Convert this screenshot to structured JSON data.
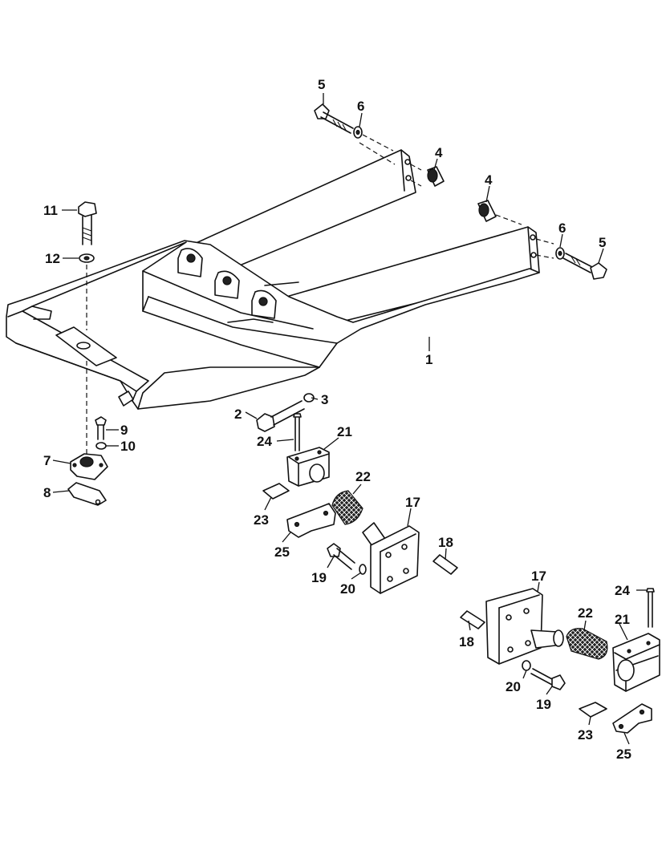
{
  "callouts": {
    "c1": "1",
    "c2": "2",
    "c3": "3",
    "c4a": "4",
    "c4b": "4",
    "c5a": "5",
    "c5b": "5",
    "c6a": "6",
    "c6b": "6",
    "c7": "7",
    "c8": "8",
    "c9": "9",
    "c10": "10",
    "c11": "11",
    "c12": "12",
    "c17a": "17",
    "c17b": "17",
    "c18a": "18",
    "c18b": "18",
    "c19a": "19",
    "c19b": "19",
    "c20a": "20",
    "c20b": "20",
    "c21a": "21",
    "c21b": "21",
    "c22a": "22",
    "c22b": "22",
    "c23a": "23",
    "c23b": "23",
    "c24a": "24",
    "c24b": "24",
    "c25a": "25",
    "c25b": "25"
  }
}
